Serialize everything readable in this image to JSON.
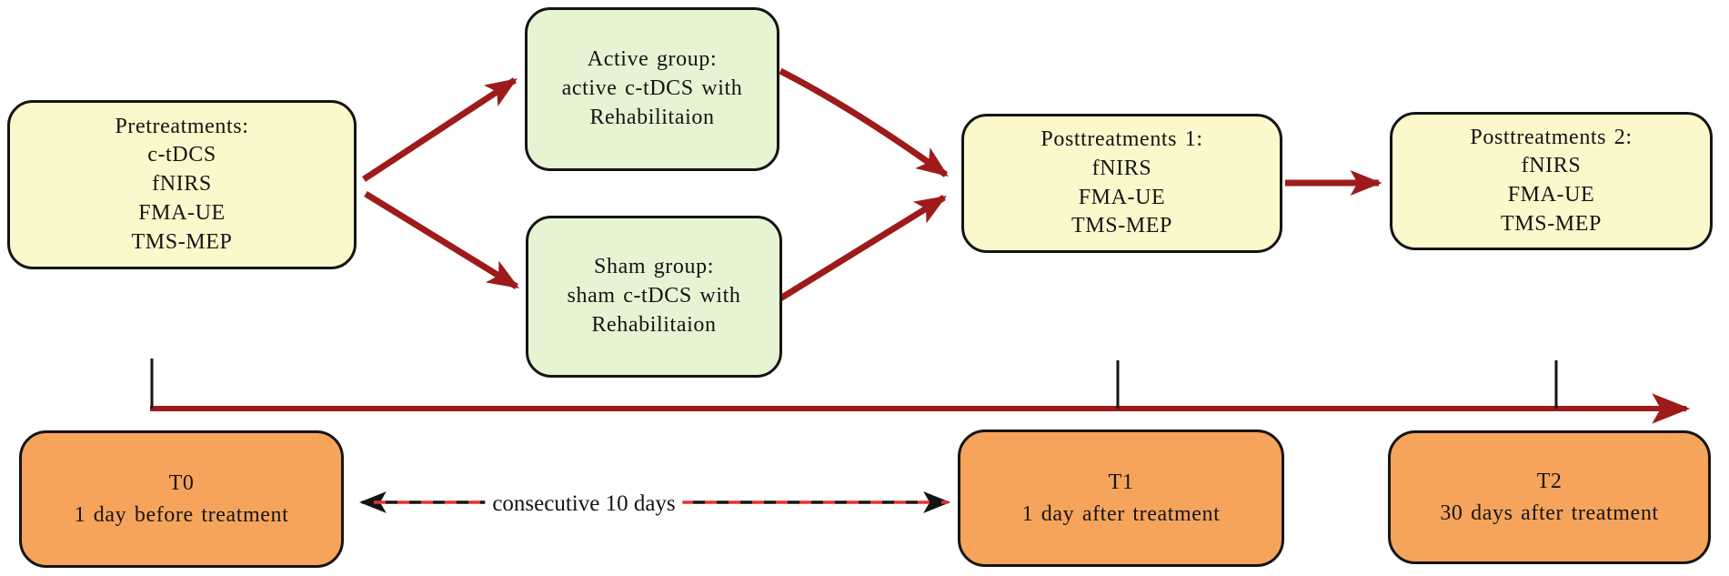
{
  "figure": {
    "boxes": {
      "pretreatments": {
        "lines": [
          "Pretreatments:",
          "c-tDCS",
          "fNIRS",
          "FMA-UE",
          "TMS-MEP"
        ]
      },
      "active_group": {
        "lines": [
          "Active group:",
          "active c-tDCS with",
          "Rehabilitaion"
        ]
      },
      "sham_group": {
        "lines": [
          "Sham group:",
          "sham c-tDCS with",
          "Rehabilitaion"
        ]
      },
      "posttreatments1": {
        "lines": [
          "Posttreatments 1:",
          "fNIRS",
          "FMA-UE",
          "TMS-MEP"
        ]
      },
      "posttreatments2": {
        "lines": [
          "Posttreatments 2:",
          "fNIRS",
          "FMA-UE",
          "TMS-MEP"
        ]
      },
      "t0": {
        "lines": [
          "T0",
          "1 day before treatment"
        ]
      },
      "t1": {
        "lines": [
          "T1",
          "1 day after treatment"
        ]
      },
      "t2": {
        "lines": [
          "T2",
          "30 days after treatment"
        ]
      }
    },
    "annotations": {
      "consecutive_label": "consecutive 10 days"
    },
    "colors": {
      "box_yellow": "#FBF8CC",
      "box_green": "#E7F4D3",
      "box_orange": "#F6A45B",
      "border_black": "#141414",
      "arrow_red": "#9E1B1B",
      "dash_red": "#E8302E",
      "text": "#141414",
      "background": "#FFFFFF"
    }
  }
}
